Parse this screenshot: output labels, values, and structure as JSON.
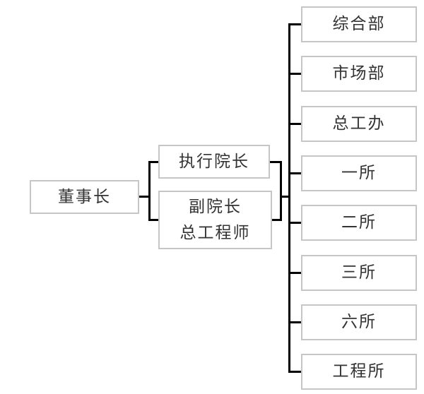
{
  "org_chart": {
    "root": {
      "label": "董事长"
    },
    "executives": [
      {
        "label": "执行院长"
      },
      {
        "lines": [
          "副院长",
          "总工程师"
        ]
      }
    ],
    "departments": [
      {
        "label": "综合部"
      },
      {
        "label": "市场部"
      },
      {
        "label": "总工办"
      },
      {
        "label": "一所"
      },
      {
        "label": "二所"
      },
      {
        "label": "三所"
      },
      {
        "label": "六所"
      },
      {
        "label": "工程所"
      }
    ]
  },
  "colors": {
    "background": "#ffffff",
    "box_border": "#c6c6c6",
    "box_fill": "#ffffff",
    "connector": "#000000",
    "text": "#333333"
  }
}
